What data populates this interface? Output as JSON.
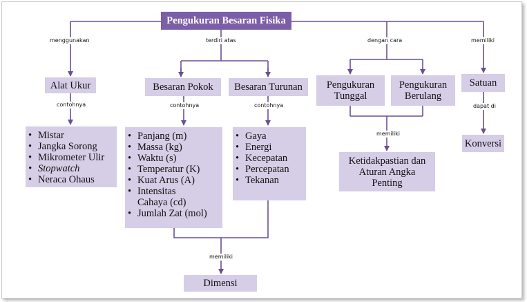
{
  "title": "Pengukuran Besaran Fisika",
  "links": {
    "menggunakan": "menggunakan",
    "terdiri_atas": "terdiri atas",
    "dengan_cara": "dengan cara",
    "memiliki_satuan": "memiliki",
    "contohnya_alat": "contohnya",
    "contohnya_pokok": "contohnya",
    "contohnya_turunan": "contohnya",
    "memiliki_ketidakpastian": "memiliki",
    "dapat_di": "dapat di",
    "memiliki_dimensi": "memiliki"
  },
  "nodes": {
    "alat_ukur": "Alat Ukur",
    "besaran_pokok": "Besaran Pokok",
    "besaran_turunan": "Besaran Turunan",
    "pengukuran_tunggal": [
      "Pengukuran",
      "Tunggal"
    ],
    "pengukuran_berulang": [
      "Pengukuran",
      "Berulang"
    ],
    "satuan": "Satuan",
    "ketidakpastian": [
      "Ketidakpastian dan",
      "Aturan Angka",
      "Penting"
    ],
    "konversi": "Konversi",
    "dimensi": "Dimensi"
  },
  "lists": {
    "alat_ukur": [
      "Mistar",
      "Jangka Sorong",
      "Mikrometer Ulir",
      "Stopwatch",
      "Neraca Ohaus"
    ],
    "besaran_pokok": [
      "Panjang (m)",
      "Massa (kg)",
      "Waktu (s)",
      "Temperatur (K)",
      "Kuat Arus (A)",
      "Intensitas Cahaya (cd)",
      "Jumlah Zat (mol)"
    ],
    "besaran_turunan": [
      "Gaya",
      "Energi",
      "Kecepatan",
      "Percepatan",
      "Tekanan"
    ]
  },
  "colors": {
    "title_fill": "#7b5ea7",
    "box_fill": "#d6cde6",
    "line": "#6a4f96"
  }
}
